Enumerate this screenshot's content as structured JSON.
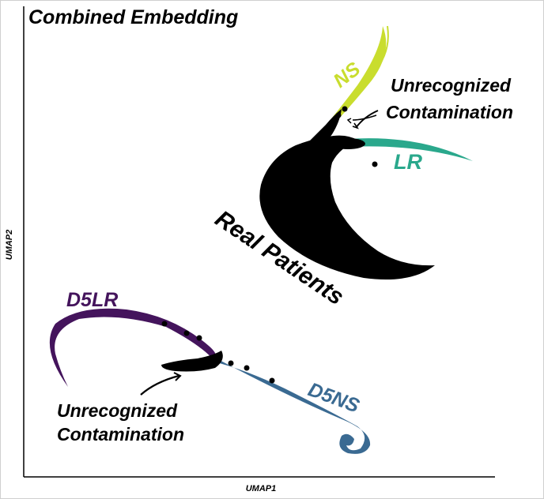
{
  "colors": {
    "ns": "#c9dd2e",
    "lr": "#2aa88c",
    "d5lr": "#44145c",
    "d5ns": "#3a6a92",
    "real": "#000000"
  },
  "chart_data": {
    "type": "scatter",
    "title": "Combined Embedding",
    "xlabel": "UMAP1",
    "ylabel": "UMAP2",
    "grid": false,
    "legend": "none",
    "series": [
      {
        "name": "NS",
        "color": "#c9dd2e"
      },
      {
        "name": "LR",
        "color": "#2aa88c"
      },
      {
        "name": "D5LR",
        "color": "#44145c"
      },
      {
        "name": "D5NS",
        "color": "#3a6a92"
      },
      {
        "name": "Real Patients",
        "color": "#000000"
      }
    ],
    "annotations": [
      {
        "lines": [
          "Unrecognized",
          "Contamination"
        ],
        "near": "NS / LR"
      },
      {
        "lines": [
          "Unrecognized",
          "Contamination"
        ],
        "near": "D5LR / D5NS"
      }
    ]
  }
}
